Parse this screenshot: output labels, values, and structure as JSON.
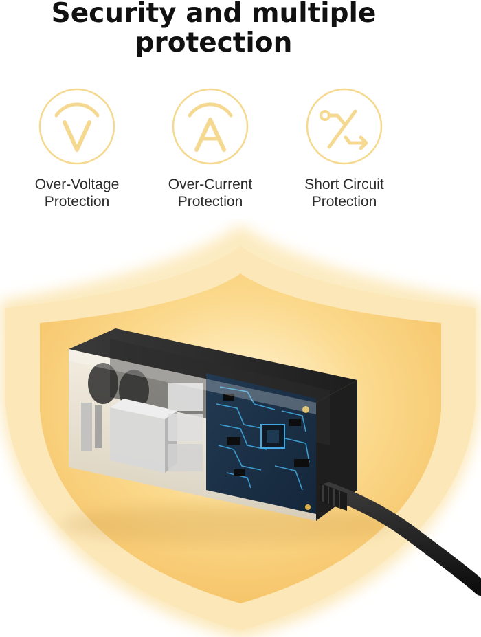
{
  "headline": {
    "line1": "Security and multiple",
    "line2": "protection"
  },
  "features": [
    {
      "icon": "voltage-v-icon",
      "line1": "Over-Voltage",
      "line2": "Protection"
    },
    {
      "icon": "current-a-icon",
      "line1": "Over-Current",
      "line2": "Protection"
    },
    {
      "icon": "short-circuit-icon",
      "line1": "Short Circuit",
      "line2": "Protection"
    }
  ],
  "colors": {
    "accent": "#f6d990",
    "shield_outer": "#fbe6b4",
    "shield_inner": "#f8c870",
    "device_body": "#2a2a2a",
    "circuit_board": "#1a3147",
    "trace_blue": "#3fa9e0"
  },
  "image": {
    "subject": "power-adapter-with-transparent-casing-on-shield"
  }
}
